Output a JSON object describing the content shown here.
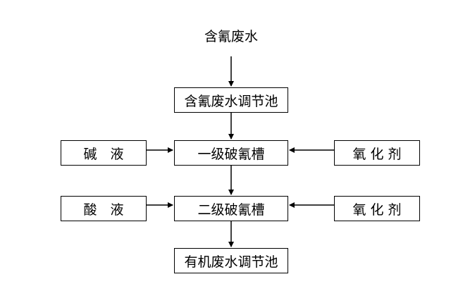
{
  "source": {
    "label": "含氰废水"
  },
  "nodes": {
    "regulating_tank": "含氰废水调节池",
    "stage1_tank": "一级破氰槽",
    "stage2_tank": "二级破氰槽",
    "organic_tank": "有机废水调节池"
  },
  "inputs": {
    "alkali": "碱　液",
    "acid": "酸　液",
    "oxidant_1": "氧 化 剂",
    "oxidant_2": "氧 化 剂"
  }
}
